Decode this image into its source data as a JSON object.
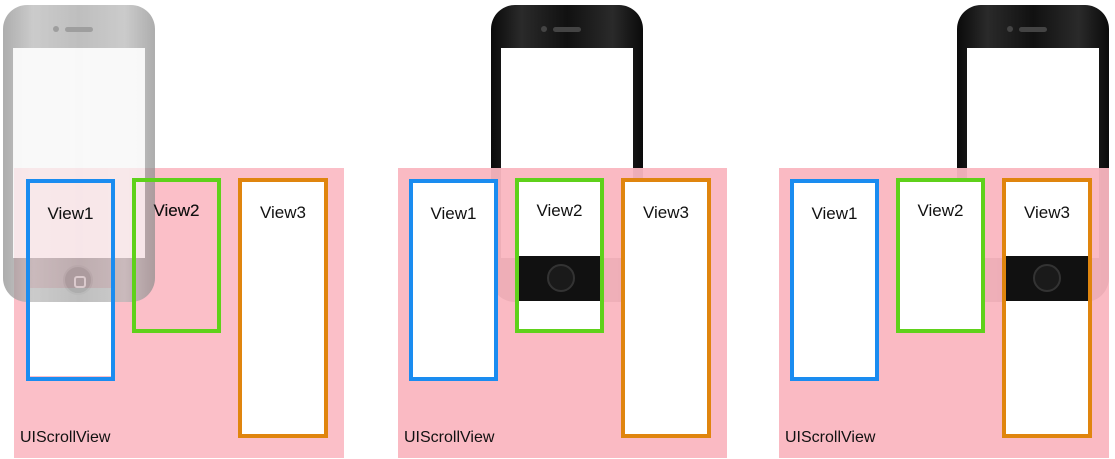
{
  "scroll_view_label": "UIScrollView",
  "view_labels": {
    "view1": "View1",
    "view2": "View2",
    "view3": "View3"
  },
  "colors": {
    "scroll_view_bg": "#FAB6C0",
    "view1_border": "#1A8CF0",
    "view2_border": "#5FD11A",
    "view3_border": "#E0850E",
    "phone_gray": "#A6A6A6",
    "phone_black": "#111111"
  },
  "icons": {
    "phone": "iphone-device-icon",
    "home": "home-button-icon"
  },
  "panels": [
    {
      "phone_style": "gray"
    },
    {
      "phone_style": "black"
    },
    {
      "phone_style": "black"
    }
  ]
}
